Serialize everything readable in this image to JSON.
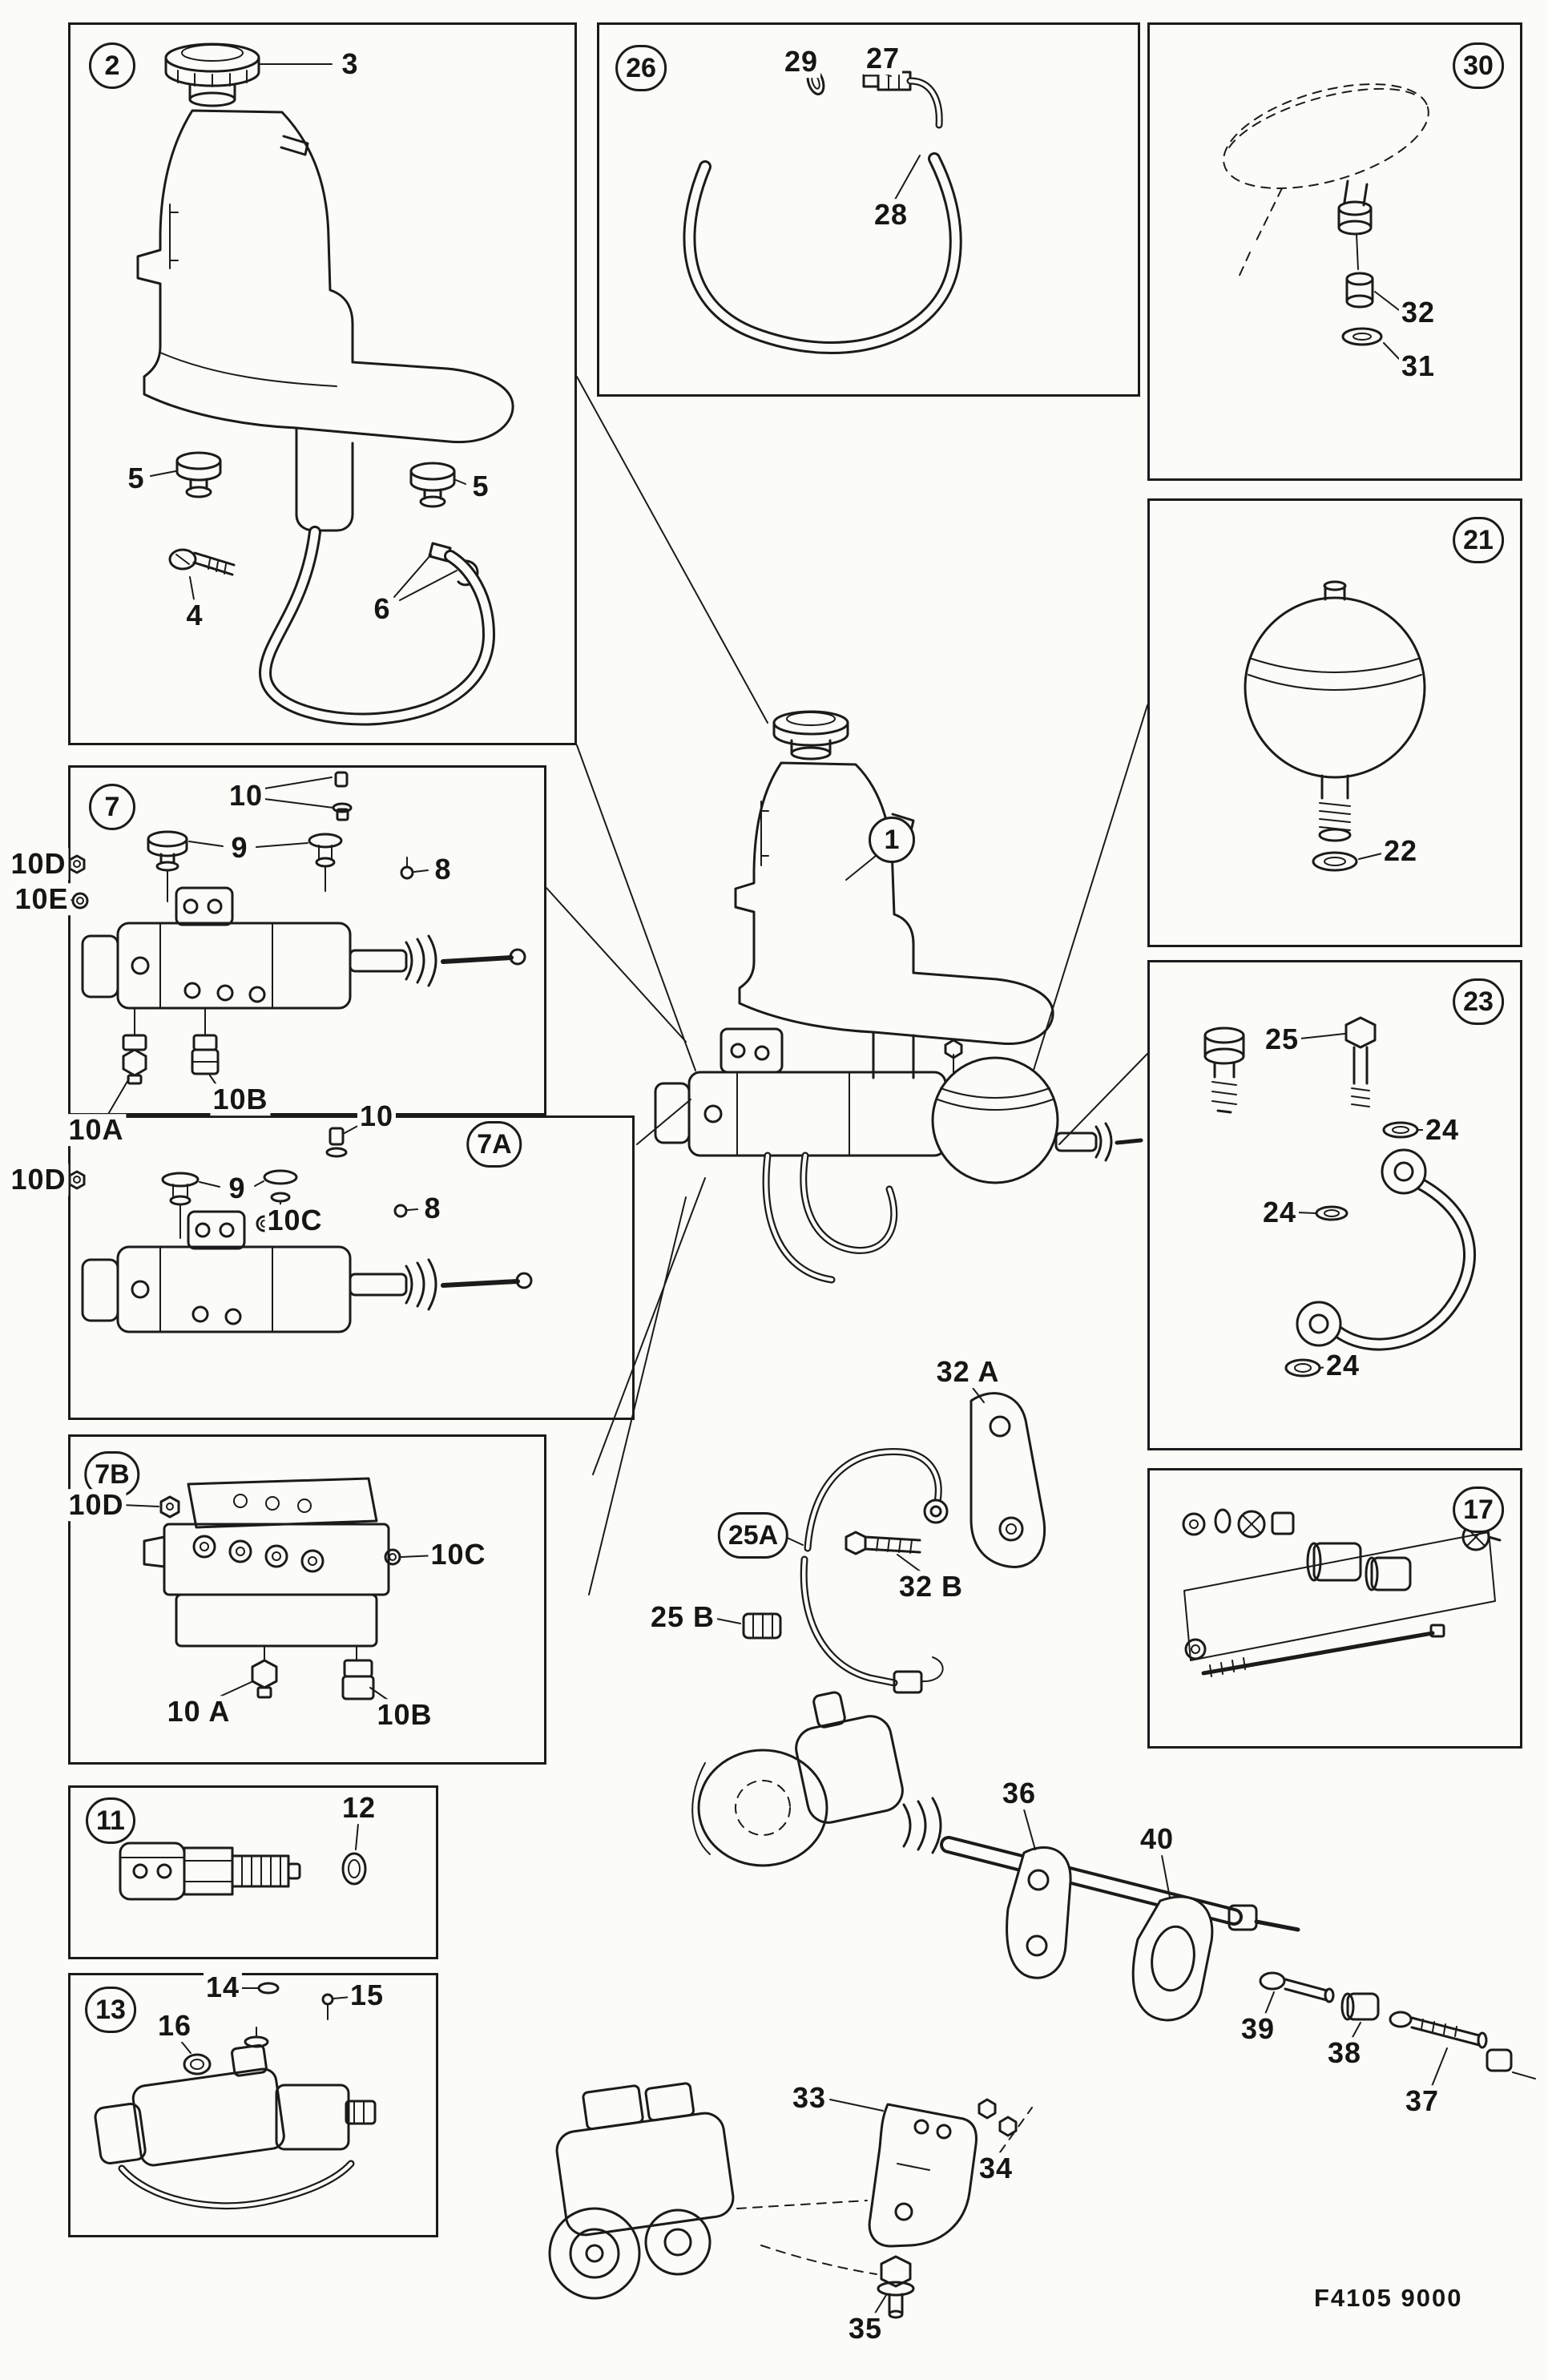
{
  "page": {
    "footer_code": "F4105 9000"
  },
  "panels": {
    "box2": {
      "label": "2"
    },
    "box26": {
      "label": "26"
    },
    "box30": {
      "label": "30"
    },
    "box21": {
      "label": "21"
    },
    "box7": {
      "label": "7"
    },
    "box7a": {
      "label": "7A"
    },
    "box23": {
      "label": "23"
    },
    "box7b": {
      "label": "7B"
    },
    "box17": {
      "label": "17"
    },
    "box11": {
      "label": "11"
    },
    "box13": {
      "label": "13"
    }
  },
  "badges": {
    "main_unit": "1",
    "pipe_kit": "25A"
  },
  "callouts": {
    "box2": {
      "c3": "3",
      "c5l": "5",
      "c5r": "5",
      "c4": "4",
      "c6": "6"
    },
    "box26": {
      "c29": "29",
      "c27": "27",
      "c28": "28"
    },
    "box30": {
      "c32": "32",
      "c31": "31"
    },
    "box21": {
      "c22": "22"
    },
    "box7": {
      "c10": "10",
      "c9": "9",
      "c8": "8",
      "c10d": "10D",
      "c10e": "10E",
      "c10a": "10A",
      "c10b": "10B"
    },
    "box7a": {
      "c10": "10",
      "c9": "9",
      "c8": "8",
      "c10d": "10D",
      "c10c": "10C"
    },
    "box23": {
      "c25": "25",
      "c24a": "24",
      "c24b": "24",
      "c24c": "24"
    },
    "box7b": {
      "c10d": "10D",
      "c10c": "10C",
      "c10a": "10 A",
      "c10b": "10B"
    },
    "box11": {
      "c12": "12"
    },
    "box13": {
      "c14": "14",
      "c15": "15",
      "c16": "16"
    },
    "main": {
      "c32a": "32 A",
      "c32b": "32 B",
      "c25b": "25 B"
    },
    "steering": {
      "c33": "33",
      "c34": "34",
      "c35": "35",
      "c36": "36",
      "c37": "37",
      "c38": "38",
      "c39": "39",
      "c40": "40"
    }
  }
}
